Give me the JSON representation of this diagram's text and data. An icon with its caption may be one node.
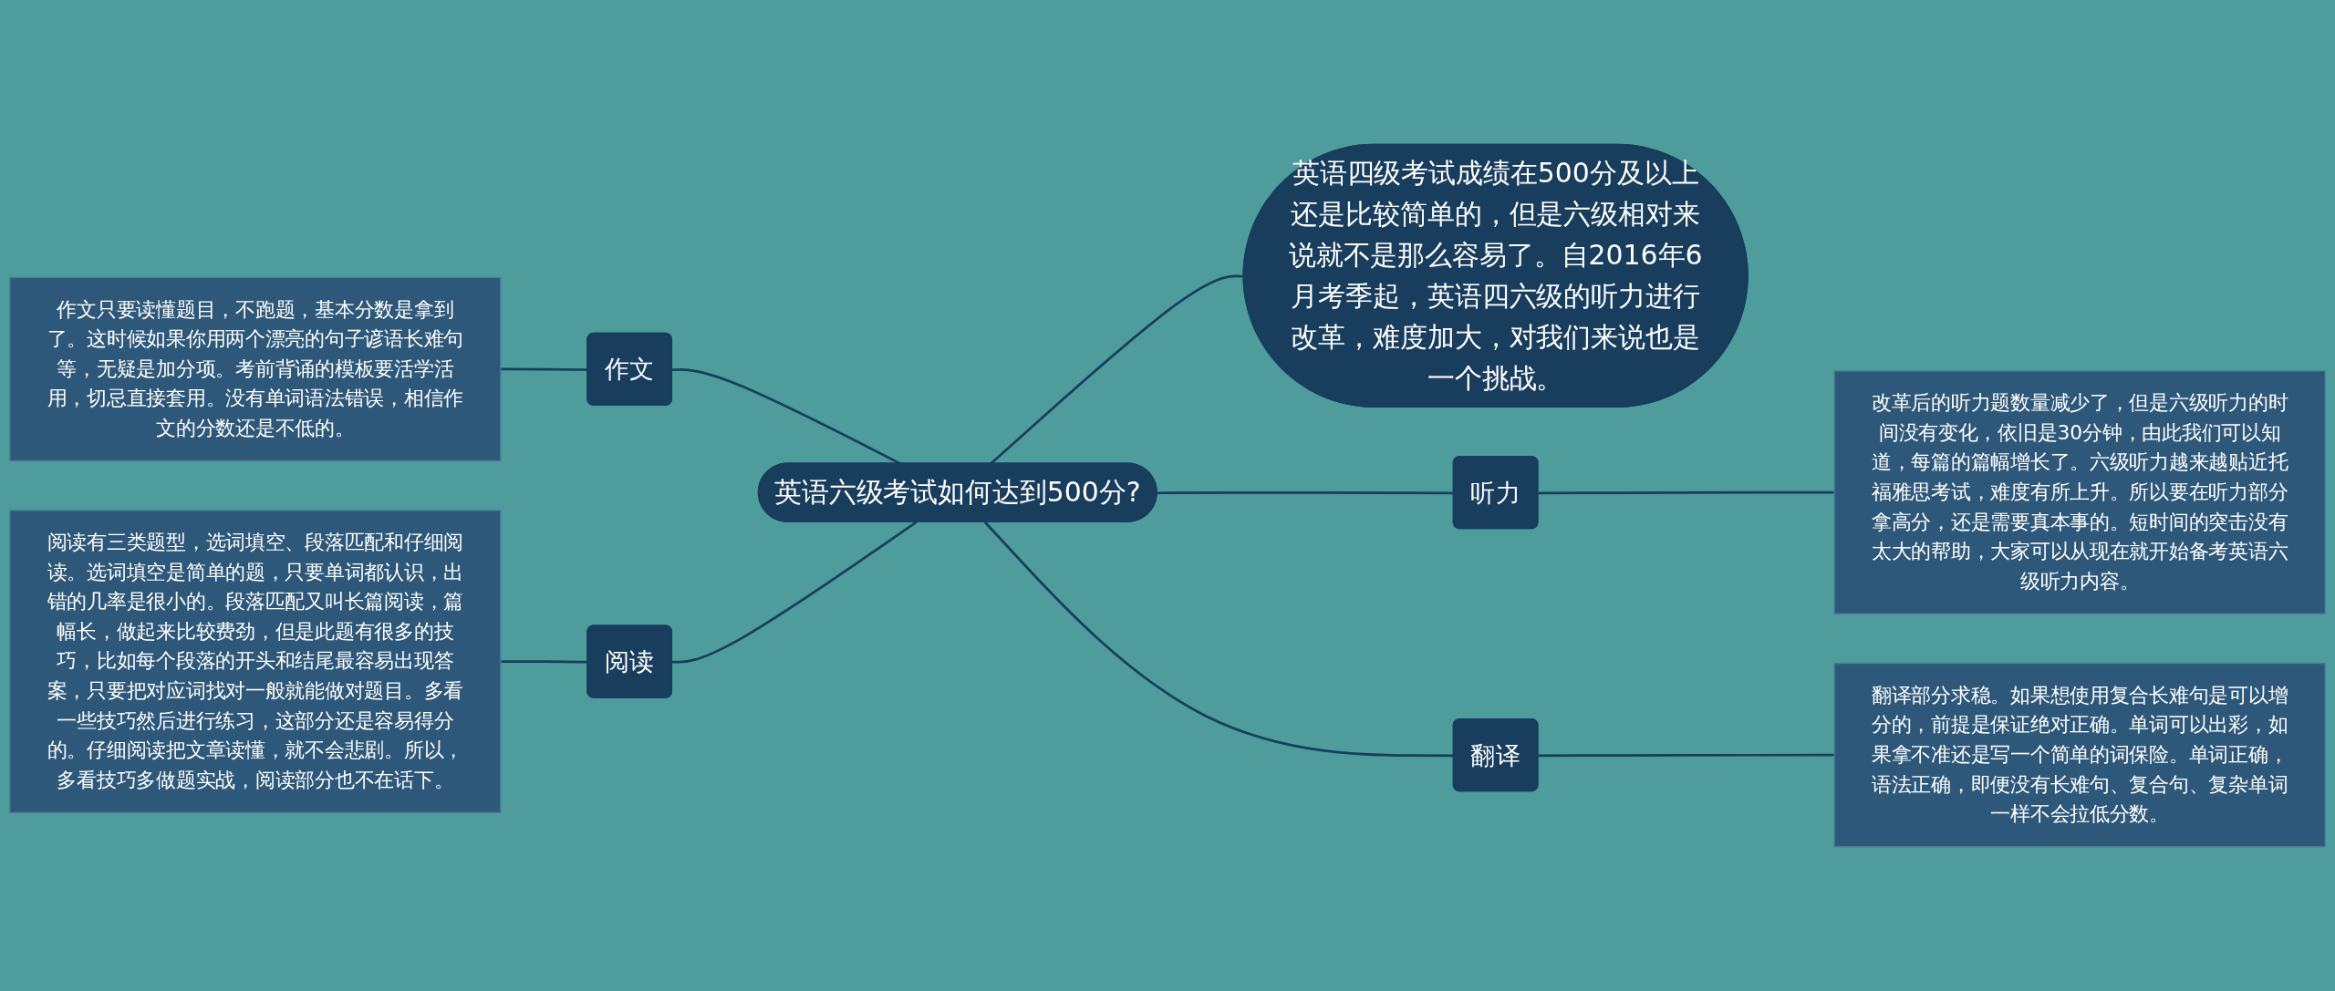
{
  "diagram": {
    "nodes": [
      {
        "text": [
          "英语六级考试如何达到500分?"
        ]
      },
      {
        "text": [
          "英语四级考试成绩在500分及以上还是比较简单的，但是六级相对来说就不是那么容易了。自2016年6月考季起，英语四六级的听力进行改革，难度加大，对我们来说也是一个挑战。"
        ]
      },
      {
        "text": [
          "作文"
        ]
      },
      {
        "text": [
          "作文只要读懂题目，不跑题，基本分数是拿到了。这时候如果你用两个漂亮的句子谚语长难句等，无疑是加分项。考前背诵的模板要活学活用，切忌直接套用。没有单词语法错误，相信作文的分数还是不低的。"
        ]
      },
      {
        "text": [
          "阅读"
        ]
      },
      {
        "text": [
          "阅读有三类题型，选词填空、段落匹配和仔细阅读。选词填空是简单的题，只要单词都认识，出错的几率是很小的。段落匹配又叫长篇阅读，篇幅长，做起来比较费劲，但是此题有很多的技巧，比如每个段落的开头和结尾最容易出现答案，只要把对应词找对一般就能做对题目。多看一些技巧然后进行练习，这部分还是容易得分的。仔细阅读把文章读懂，就不会悲剧。所以，多看技巧多做题实战，阅读部分也不在话下。"
        ]
      },
      {
        "text": [
          "听力"
        ]
      },
      {
        "text": [
          "改革后的听力题数量减少了，但是六级听力的时间没有变化，依旧是30分钟，由此我们可以知道，每篇的篇幅增长了。六级听力越来越贴近托福雅思考试，难度有所上升。所以要在听力部分拿高分，还是需要真本事的。短时间的突击没有太大的帮助，大家可以从现在就开始备考英语六级听力内容。"
        ]
      },
      {
        "text": [
          "翻译"
        ]
      },
      {
        "text": [
          "翻译部分求稳。如果想使用复合长难句是可以增分的，前提是保证绝对正确。单词可以出彩，如果拿不准还是写一个简单的词保险。单词正确，语法正确，即便没有长难句、复合句、复杂单词一样不会拉低分数。"
        ]
      }
    ],
    "edges": [
      {
        "from": 0,
        "to": 1,
        "arrow": "none"
      },
      {
        "from": 3,
        "to": 2,
        "arrow": "none"
      },
      {
        "from": 2,
        "to": 0,
        "arrow": "none"
      },
      {
        "from": 5,
        "to": 4,
        "arrow": "none"
      },
      {
        "from": 4,
        "to": 0,
        "arrow": "none"
      },
      {
        "from": 0,
        "to": 6,
        "arrow": "none"
      },
      {
        "from": 6,
        "to": 7,
        "arrow": "none"
      },
      {
        "from": 0,
        "to": 8,
        "arrow": "none"
      },
      {
        "from": 8,
        "to": 9,
        "arrow": "none"
      }
    ]
  }
}
